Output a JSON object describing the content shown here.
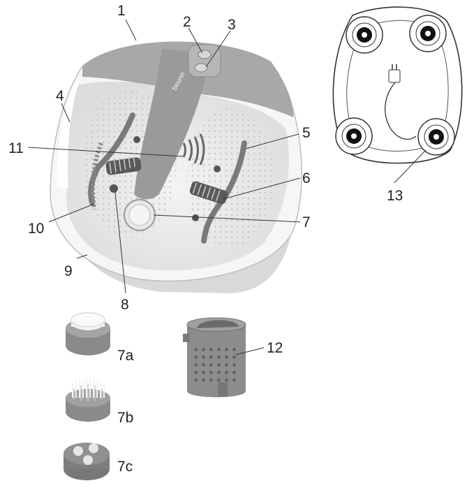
{
  "brand": "beurer",
  "callouts": [
    {
      "id": "1",
      "text": "1"
    },
    {
      "id": "2",
      "text": "2"
    },
    {
      "id": "3",
      "text": "3"
    },
    {
      "id": "4",
      "text": "4"
    },
    {
      "id": "5",
      "text": "5"
    },
    {
      "id": "6",
      "text": "6"
    },
    {
      "id": "7",
      "text": "7"
    },
    {
      "id": "8",
      "text": "8"
    },
    {
      "id": "9",
      "text": "9"
    },
    {
      "id": "10",
      "text": "10"
    },
    {
      "id": "11",
      "text": "11"
    },
    {
      "id": "12",
      "text": "12"
    },
    {
      "id": "13",
      "text": "13"
    },
    {
      "id": "7a",
      "text": "7a"
    },
    {
      "id": "7b",
      "text": "7b"
    },
    {
      "id": "7c",
      "text": "7c"
    }
  ],
  "colors": {
    "housing": "#a8a8a8",
    "housing_dark": "#8f8f8f",
    "basin": "#ececec",
    "rim": "#f7f7f7",
    "attachment_body": "#909090"
  }
}
